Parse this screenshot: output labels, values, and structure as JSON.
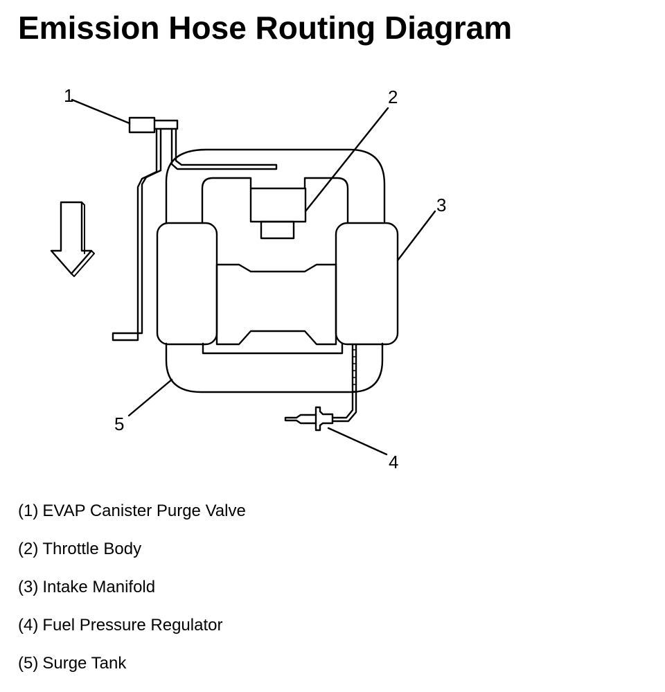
{
  "page": {
    "title": "Emission Hose Routing Diagram"
  },
  "callouts": [
    "1",
    "2",
    "3",
    "4",
    "5"
  ],
  "legend": [
    {
      "num": "(1)",
      "label": "EVAP Canister Purge Valve"
    },
    {
      "num": "(2)",
      "label": "Throttle Body"
    },
    {
      "num": "(3)",
      "label": "Intake Manifold"
    },
    {
      "num": "(4)",
      "label": "Fuel Pressure Regulator"
    },
    {
      "num": "(5)",
      "label": "Surge Tank"
    }
  ],
  "colors": {
    "line": "#000000",
    "background": "#ffffff"
  }
}
